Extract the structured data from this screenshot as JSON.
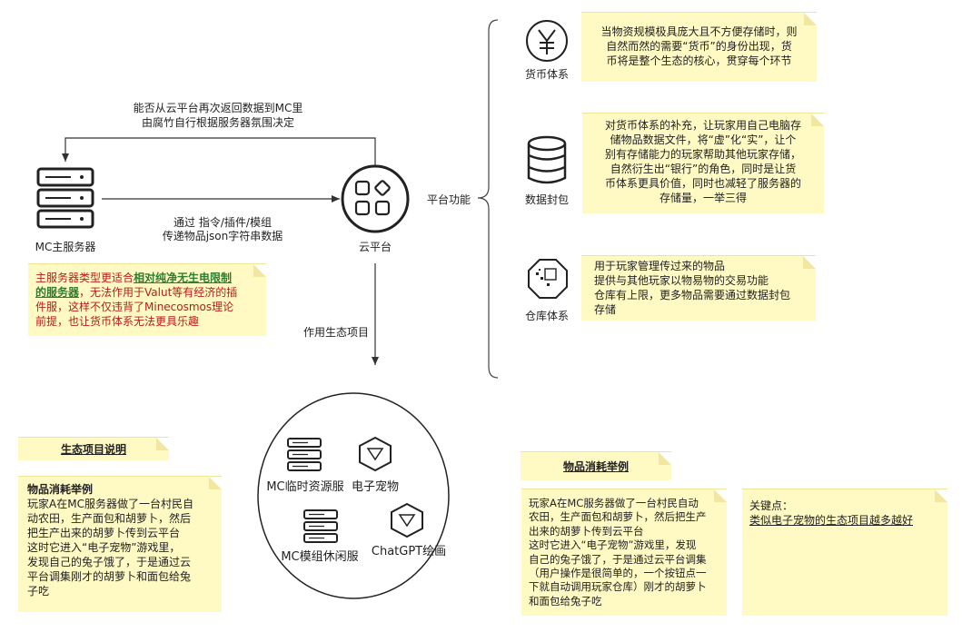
{
  "colors": {
    "note_bg": "#fff9c4",
    "line": "#333333",
    "warn_text": "#b71c1c",
    "highlight_text": "#2e7d32"
  },
  "nodes": {
    "mc_server": {
      "label": "MC主服务器",
      "icon": "server-icon"
    },
    "cloud": {
      "label": "云平台",
      "icon": "cloud-platform-icon"
    },
    "currency": {
      "label": "货币体系",
      "icon": "yen-icon"
    },
    "data_pack": {
      "label": "数据封包",
      "icon": "database-icon"
    },
    "warehouse": {
      "label": "仓库体系",
      "icon": "warehouse-icon"
    }
  },
  "edges": {
    "return_label_1": "能否从云平台再次返回数据到MC里",
    "return_label_2": "由腐竹自行根据服务器氛围决定",
    "transfer_label_1": "通过 指令/插件/模组",
    "transfer_label_2": "传递物品json字符串数据",
    "eco_label": "作用生态项目",
    "platform_label": "平台功能"
  },
  "ecosystem": {
    "items": [
      {
        "label": "MC临时资源服",
        "icon": "server-icon"
      },
      {
        "label": "电子宠物",
        "icon": "cube-icon"
      },
      {
        "label": "MC模组休闲服",
        "icon": "server-icon"
      },
      {
        "label": "ChatGPT绘画",
        "icon": "cube-icon"
      }
    ]
  },
  "notes": {
    "currency": [
      "当物资规模极具庞大且不方便存储时，则",
      "自然而然的需要“货币”的身份出现，货",
      "币将是整个生态的核心，贯穿每个环节"
    ],
    "data_pack": [
      "对货币体系的补充，让玩家用自己电脑存",
      "储物品数据文件，将“虚”化“实”，让个",
      "别有存储能力的玩家帮助其他玩家存储，",
      "自然衍生出“银行”的角色，同时是让货",
      "币体系更具价值，同时也减轻了服务器的",
      "存储量，一举三得"
    ],
    "warehouse": [
      "用于玩家管理传过来的物品",
      "提供与其他玩家以物易物的交易功能",
      "仓库有上限，更多物品需要通过数据封包",
      "存储"
    ],
    "server": {
      "prefix": "主服务器类型更适合",
      "highlight_1": "相对纯净无生电限制",
      "highlight_2": "的服务器",
      "rest_1": "，无法作用于Valut等有经济的插",
      "rest_2": "件服，这样不仅违背了Minecosmos理论",
      "rest_3": "前提，也让货币体系无法更具乐趣"
    },
    "eco_title": "生态项目说明",
    "eco_example": {
      "title": "物品消耗举例",
      "lines": [
        "玩家A在MC服务器做了一台村民自",
        "动农田，生产面包和胡萝卜，然后",
        "把生产出来的胡萝卜传到云平台",
        "这时它进入“电子宠物”游戏里，",
        "发现自己的兔子饿了，于是通过云",
        "平台调集刚才的胡萝卜和面包给兔",
        "子吃"
      ]
    },
    "consume_title": "物品消耗举例",
    "consume_example": [
      "玩家A在MC服务器做了一台村民自动",
      "农田，生产面包和胡萝卜，然后把生产",
      "出来的胡萝卜传到云平台",
      "这时它进入“电子宠物”游戏里，发现",
      "自己的兔子饿了，于是通过云平台调集",
      "（用户操作是很简单的，一个按钮点一",
      "下就自动调用玩家仓库）刚才的胡萝卜",
      "和面包给兔子吃"
    ],
    "key_point": {
      "title": "关键点：",
      "text": "类似电子宠物的生态项目越多越好"
    }
  }
}
